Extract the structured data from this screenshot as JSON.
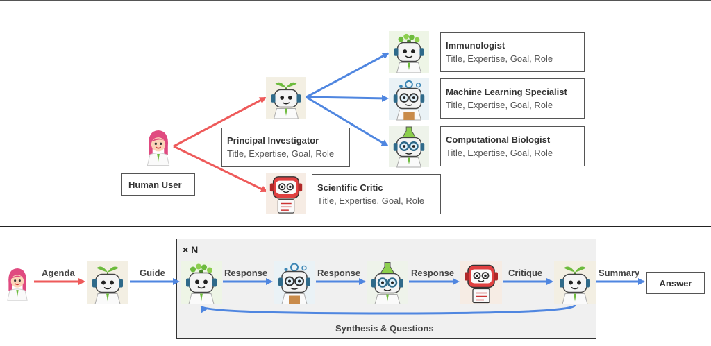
{
  "top": {
    "user_label": "Human User",
    "pi": {
      "title": "Principal Investigator",
      "subtitle": "Title, Expertise, Goal, Role"
    },
    "critic": {
      "title": "Scientific Critic",
      "subtitle": "Title, Expertise, Goal, Role"
    },
    "agents": [
      {
        "title": "Immunologist",
        "subtitle": "Title, Expertise, Goal, Role"
      },
      {
        "title": "Machine Learning Specialist",
        "subtitle": "Title, Expertise, Goal, Role"
      },
      {
        "title": "Computational Biologist",
        "subtitle": "Title, Expertise, Goal, Role"
      }
    ]
  },
  "bottom": {
    "loop_label": "× N",
    "agenda": "Agenda",
    "guide": "Guide",
    "response_1": "Response",
    "response_2": "Response",
    "response_3": "Response",
    "critique": "Critique",
    "summary": "Summary",
    "answer": "Answer",
    "feedback": "Synthesis & Questions"
  },
  "colors": {
    "red_arrow": "#ee5a5a",
    "blue_arrow": "#4f86e0",
    "hair": "#e04a80",
    "leaf": "#6dbb3d"
  }
}
